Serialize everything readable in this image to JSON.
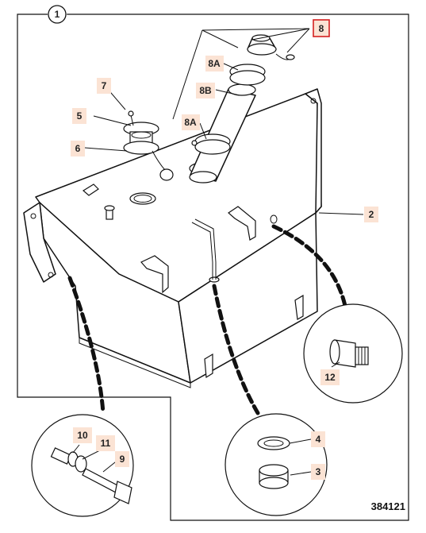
{
  "diagram": {
    "callouts": {
      "c1": "1",
      "c2": "2",
      "c3": "3",
      "c4": "4",
      "c5": "5",
      "c6": "6",
      "c7": "7",
      "c8": "8",
      "c8a_top": "8A",
      "c8b": "8B",
      "c8a_bottom": "8A",
      "c9": "9",
      "c10": "10",
      "c11": "11",
      "c12": "12"
    },
    "selected_callout": "8",
    "reference_number": "384121"
  }
}
